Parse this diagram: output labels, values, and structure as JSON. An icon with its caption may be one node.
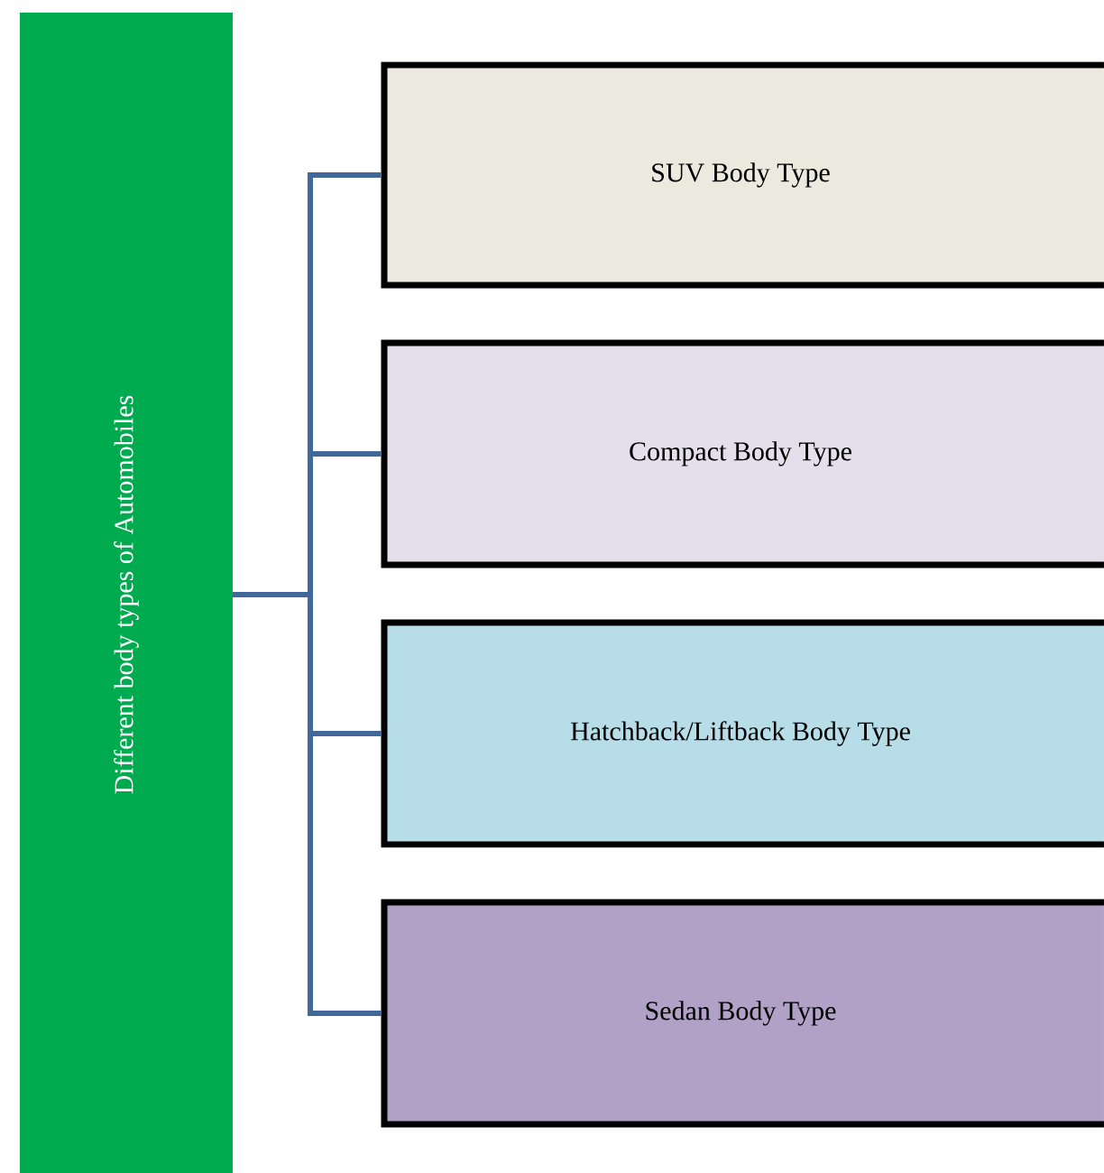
{
  "diagram": {
    "nodes": [
      {
        "text": [
          "Different body types of Automobiles"
        ]
      },
      {
        "text": [
          "SUV Body Type"
        ]
      },
      {
        "text": [
          "Compact Body Type"
        ]
      },
      {
        "text": [
          "Hatchback/Liftback Body Type"
        ]
      },
      {
        "text": [
          "Sedan Body Type"
        ]
      }
    ],
    "edges": [
      {
        "from": 0,
        "to": 1,
        "arrow": "none"
      },
      {
        "from": 0,
        "to": 2,
        "arrow": "none"
      },
      {
        "from": 0,
        "to": 3,
        "arrow": "none"
      },
      {
        "from": 0,
        "to": 4,
        "arrow": "none"
      }
    ]
  }
}
